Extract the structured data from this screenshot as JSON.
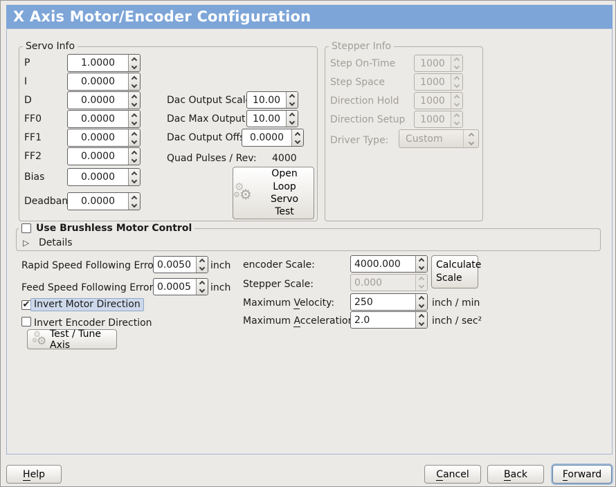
{
  "window": {
    "title": "X Axis Motor/Encoder Configuration"
  },
  "colors": {
    "titlebar": "#7da5d8",
    "panel_border": "#a2b7d3",
    "background": "#eceae7",
    "highlight_bg": "#cdd9eb",
    "highlight_border": "#8fa7c6",
    "disabled_text": "#a19e98"
  },
  "icons": {
    "check": "✔",
    "details_triangle": "▷",
    "gear": "⚙"
  },
  "servo": {
    "legend": "Servo Info",
    "rows": [
      {
        "label": "P",
        "value": "1.0000"
      },
      {
        "label": "I",
        "value": "0.0000"
      },
      {
        "label": "D",
        "value": "0.0000"
      },
      {
        "label": "FF0",
        "value": "0.0000"
      },
      {
        "label": "FF1",
        "value": "0.0000"
      },
      {
        "label": "FF2",
        "value": "0.0000"
      },
      {
        "label": "Bias",
        "value": "0.0000"
      },
      {
        "label": "Deadband",
        "value": "0.0000"
      }
    ]
  },
  "dac": {
    "rows": [
      {
        "label": "Dac Output Scale:",
        "value": "10.00"
      },
      {
        "label": "Dac Max Output:",
        "value": "10.00"
      },
      {
        "label": "Dac Output Offset:",
        "value": "0.0000"
      }
    ],
    "quad_label": "Quad Pulses / Rev:",
    "quad_value": "4000",
    "open_loop_button": "Open\nLoop\nServo\nTest"
  },
  "stepper": {
    "legend": "Stepper Info",
    "rows": [
      {
        "label": "Step On-Time",
        "value": "1000"
      },
      {
        "label": "Step Space",
        "value": "1000"
      },
      {
        "label": "Direction Hold",
        "value": "1000"
      },
      {
        "label": "Direction Setup",
        "value": "1000"
      }
    ],
    "driver_type_label": "Driver Type:",
    "driver_type_value": "Custom"
  },
  "brushless": {
    "checkbox_label": "Use Brushless Motor Control",
    "checked": false,
    "details_label": "Details"
  },
  "following": {
    "rows": [
      {
        "label": "Rapid Speed Following Error:",
        "value": "0.0050",
        "unit": "inch"
      },
      {
        "label": "Feed Speed Following Error:",
        "value": "0.0005",
        "unit": "inch"
      }
    ]
  },
  "scales": {
    "encoder_label": "encoder Scale:",
    "encoder_value": "4000.000",
    "calculate_button": "Calculate Scale",
    "stepper_label": "Stepper Scale:",
    "stepper_value": "0.000",
    "velocity": {
      "pre": "Maximum ",
      "mn": "V",
      "rest": "elocity:",
      "value": "250",
      "unit": "inch / min"
    },
    "acceleration": {
      "pre": "Maximum ",
      "mn": "A",
      "rest": "cceleration:",
      "value": "2.0",
      "unit": "inch / sec²"
    }
  },
  "inverts": {
    "motor": {
      "label": "Invert Motor Direction",
      "checked": true
    },
    "encoder": {
      "label": "Invert Encoder Direction",
      "checked": false
    }
  },
  "test_tune_button": "Test / Tune Axis",
  "footer": {
    "help": {
      "mn": "H",
      "rest": "elp"
    },
    "cancel": {
      "mn": "C",
      "rest": "ancel"
    },
    "back": {
      "mn": "B",
      "rest": "ack"
    },
    "forward": {
      "mn": "F",
      "rest": "orward"
    }
  }
}
